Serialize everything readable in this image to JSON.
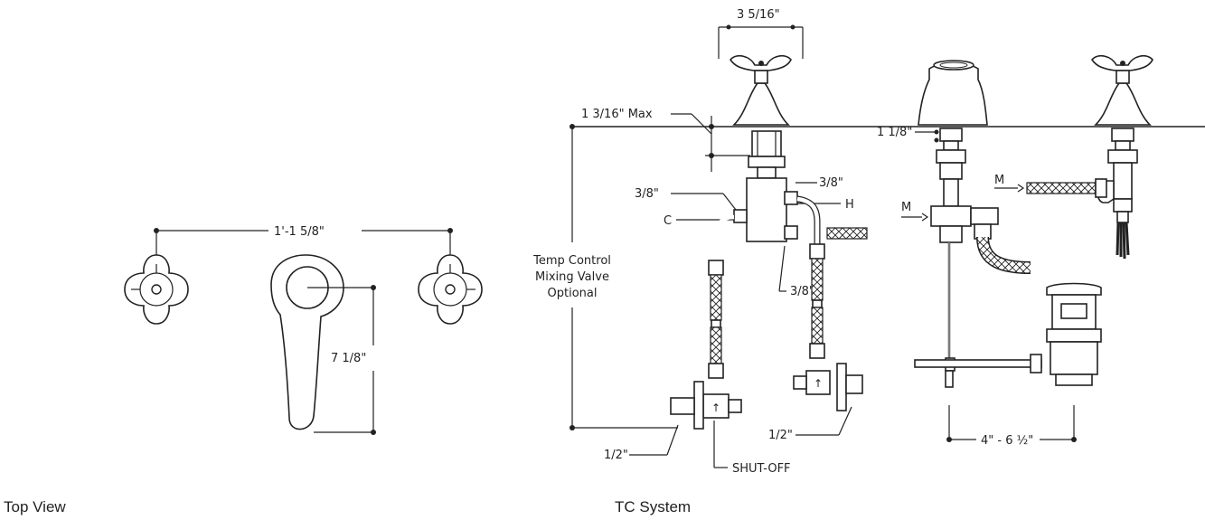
{
  "captions": {
    "top_view": "Top View",
    "tc_system": "TC System"
  },
  "top_view": {
    "spread": "1'-1 5/8\"",
    "spout_length": "7 1/8\""
  },
  "tc_system": {
    "handle_width": "3 5/16\"",
    "deck_max": "1  3/16\" Max",
    "mixing_valve_line1": "Temp Control",
    "mixing_valve_line2": "Mixing Valve",
    "mixing_valve_line3": "Optional",
    "inlet_cold": "3/8\"",
    "inlet_hot": "3/8\"",
    "outlet": "3/8\"",
    "cold_label": "C",
    "hot_label": "H",
    "supply_left": "1/2\"",
    "supply_right": "1/2\"",
    "shutoff": "SHUT-OFF",
    "deck_thickness": "1 1/8\"",
    "mix_label_a": "M",
    "mix_label_b": "M",
    "drain_range": "4\" - 6 ½\""
  }
}
